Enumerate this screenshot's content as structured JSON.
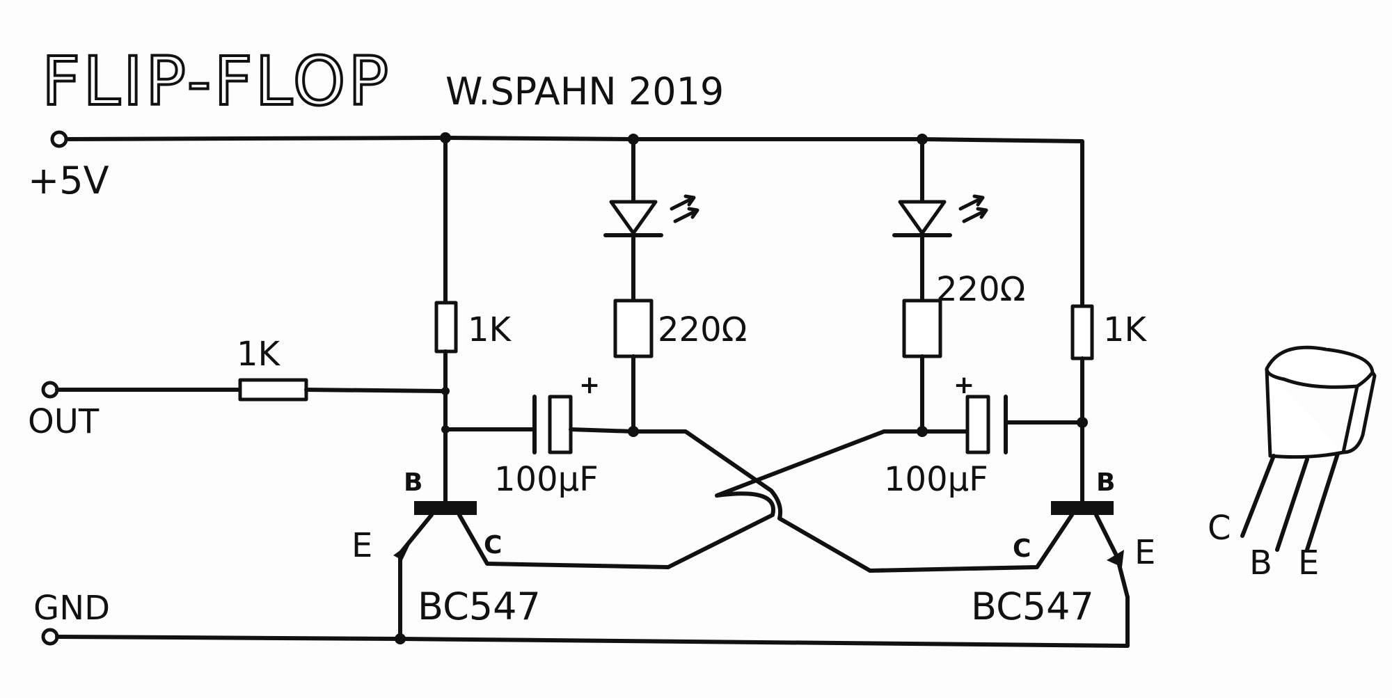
{
  "title": "FLIP-FLOP",
  "author": "W.SPAHN 2019",
  "terminals": {
    "vcc": "+5V",
    "out": "OUT",
    "gnd": "GND"
  },
  "components": {
    "r_out": "1K",
    "r_base_left": "1K",
    "r_led_left": "220Ω",
    "r_led_right": "220Ω",
    "r_base_right": "1K",
    "cap_left": "100µF",
    "cap_right": "100µF",
    "cap_plus_left": "+",
    "cap_plus_right": "+",
    "transistor_left": "BC547",
    "transistor_right": "BC547"
  },
  "pins": {
    "left_b": "B",
    "left_e": "E",
    "left_c": "C",
    "right_b": "B",
    "right_e": "E",
    "right_c": "C"
  },
  "package_pins": {
    "c": "C",
    "b": "B",
    "e": "E"
  }
}
